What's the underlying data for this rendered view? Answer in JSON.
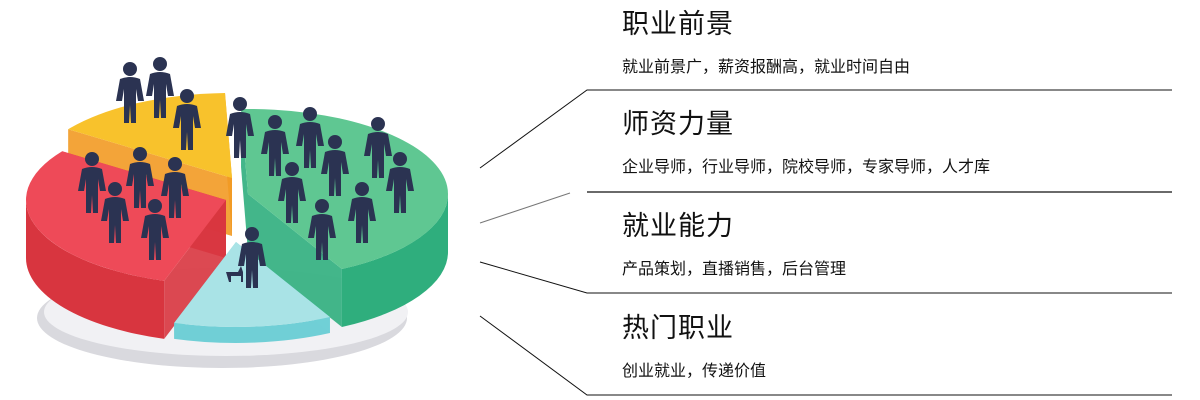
{
  "sections": [
    {
      "title": "职业前景",
      "subtitle": "就业前景广，薪资报酬高，就业时间自由"
    },
    {
      "title": "师资力量",
      "subtitle": "企业导师，行业导师，院校导师，专家导师，人才库"
    },
    {
      "title": "就业能力",
      "subtitle": "产品策划，直播销售，后台管理"
    },
    {
      "title": "热门职业",
      "subtitle": "创业就业，传递价值"
    }
  ],
  "colors": {
    "green_top": "#5fc792",
    "green_side": "#2fae7d",
    "red_top": "#ee4a58",
    "red_side": "#d8353f",
    "yellow_top": "#f8c22c",
    "yellow_side": "#f29a24",
    "cyan_top": "#a9e3e6",
    "cyan_side": "#70cfd6",
    "base": "#d9d9de",
    "people": "#2b3352",
    "line": "#111111"
  }
}
